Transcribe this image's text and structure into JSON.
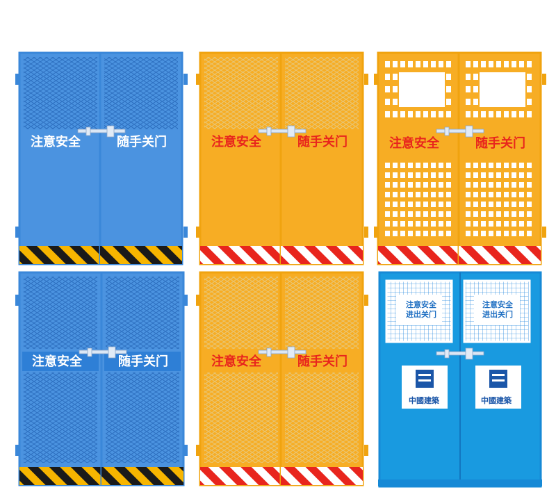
{
  "gates": [
    {
      "id": "gate-blue-mesh-top",
      "colors": {
        "frame": "#3a87d9",
        "panel": "#4b93e0",
        "mesh": "#2d6fc0",
        "text": "#ffffff",
        "stripe_a": "#f7b500",
        "stripe_b": "#1a1a1a"
      },
      "left_text": "注意安全",
      "right_text": "随手关门"
    },
    {
      "id": "gate-orange-mesh-top",
      "colors": {
        "frame": "#f0a30f",
        "panel": "#f7ad24",
        "mesh": "#e7c77a",
        "text": "#e8251d",
        "stripe_a": "#e8251d",
        "stripe_b": "#ffffff"
      },
      "left_text": "注意安全",
      "right_text": "随手关门"
    },
    {
      "id": "gate-orange-perforated",
      "colors": {
        "frame": "#f0a30f",
        "panel": "#f7ad24",
        "text": "#e8251d",
        "stripe_a": "#e8251d",
        "stripe_b": "#ffffff"
      },
      "left_text": "注意安全",
      "right_text": "随手关门"
    },
    {
      "id": "gate-blue-mesh-full",
      "colors": {
        "frame": "#3a87d9",
        "panel": "#4b93e0",
        "mesh": "#2d6fc0",
        "band": "#2e7fd6",
        "text": "#ffffff",
        "stripe_a": "#f7b500",
        "stripe_b": "#1a1a1a"
      },
      "left_text": "注意安全",
      "right_text": "随手关门"
    },
    {
      "id": "gate-orange-mesh-full",
      "colors": {
        "frame": "#f0a30f",
        "panel": "#f7ad24",
        "mesh": "#e7c77a",
        "band": "#f7ad24",
        "text": "#e8251d",
        "stripe_a": "#e8251d",
        "stripe_b": "#ffffff"
      },
      "left_text": "注意安全",
      "right_text": "随手关门"
    },
    {
      "id": "gate-cyan-cscec",
      "colors": {
        "frame": "#1689d6",
        "panel": "#199ae0",
        "text": "#1f6fc2",
        "logo": "#1b56a8"
      },
      "notice_line1": "注意安全",
      "notice_line2": "进出关门",
      "logo_text": "中國建築"
    }
  ]
}
